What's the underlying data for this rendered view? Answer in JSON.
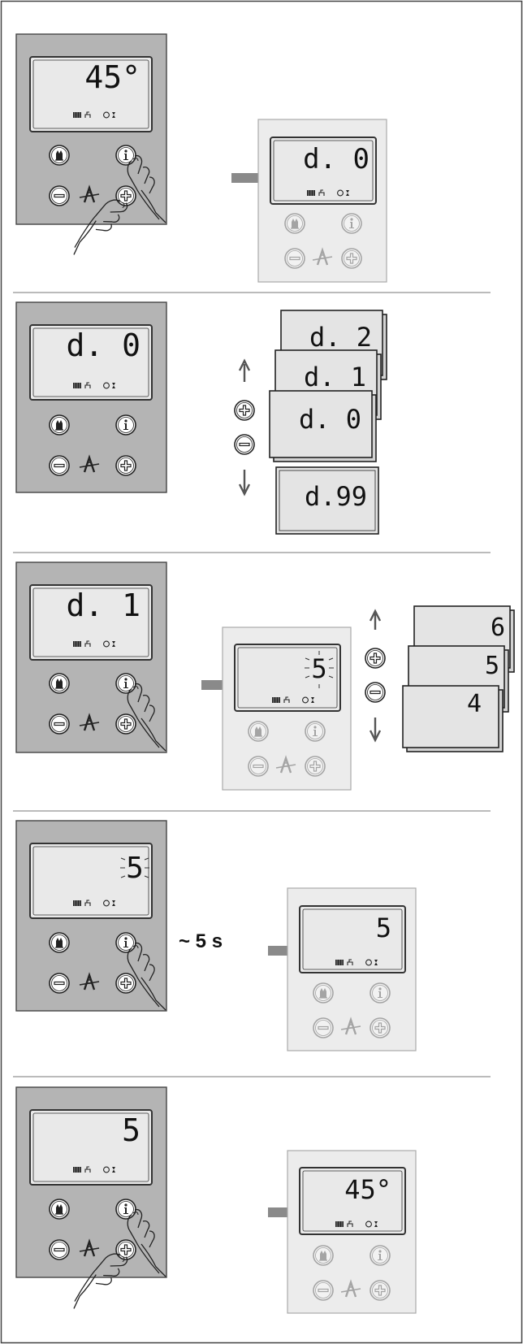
{
  "steps": [
    {
      "main_display": "45°",
      "result_display": "d. 0"
    },
    {
      "main_display": "d. 0",
      "stack_displays": [
        "d. 2",
        "d. 1",
        "d. 0"
      ],
      "wrap_display": "d.99"
    },
    {
      "main_display": "d. 1",
      "result_display": "5",
      "stack_displays": [
        "6",
        "5",
        "4"
      ]
    },
    {
      "main_display": "5",
      "wait_label": "~ 5 s",
      "result_display": "5"
    },
    {
      "main_display": "5",
      "result_display": "45°"
    }
  ],
  "icons": {
    "flame": "flame-icon",
    "info": "info-icon",
    "minus": "minus-icon",
    "plus": "plus-icon",
    "radiator": "radiator-icon",
    "tap": "hot-water-tap-icon",
    "clock": "clock-icon",
    "hourglass": "hourglass-icon",
    "hand": "hand-pressing-icon",
    "arrow": "arrow-right-icon"
  },
  "colors": {
    "panel": "#b4b4b4",
    "panel_light": "#ececec",
    "arrow": "#8a8a8a",
    "frame": "#444444"
  }
}
